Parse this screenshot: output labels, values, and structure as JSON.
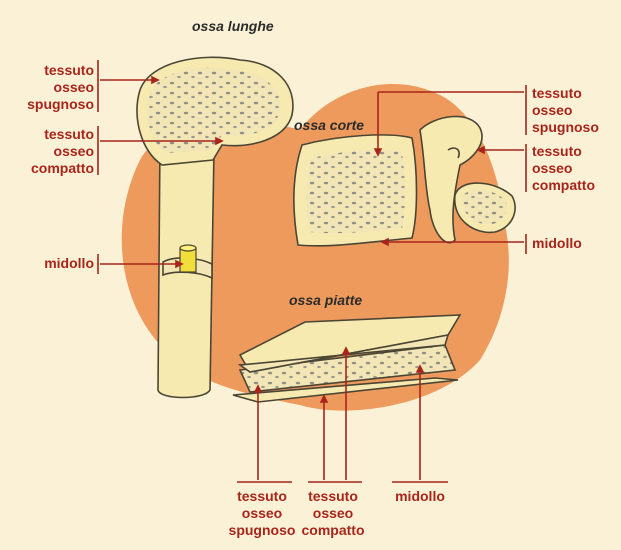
{
  "titles": {
    "long_bones": "ossa lunghe",
    "short_bones": "ossa corte",
    "flat_bones": "ossa piatte"
  },
  "long_bones_labels": {
    "spongy": [
      "tessuto",
      "osseo",
      "spugnoso"
    ],
    "compact": [
      "tessuto",
      "osseo",
      "compatto"
    ],
    "marrow": "midollo"
  },
  "short_bones_labels": {
    "spongy": [
      "tessuto",
      "osseo",
      "spugnoso"
    ],
    "compact": [
      "tessuto",
      "osseo",
      "compatto"
    ],
    "marrow": "midollo"
  },
  "flat_bones_labels": {
    "spongy": [
      "tessuto",
      "osseo",
      "spugnoso"
    ],
    "compact": [
      "tessuto",
      "osseo",
      "compatto"
    ],
    "marrow": "midollo"
  },
  "colors": {
    "background": "#fbf1d6",
    "blob": "#ee9a5c",
    "bone": "#f7eab0",
    "label": "#a8251b"
  }
}
